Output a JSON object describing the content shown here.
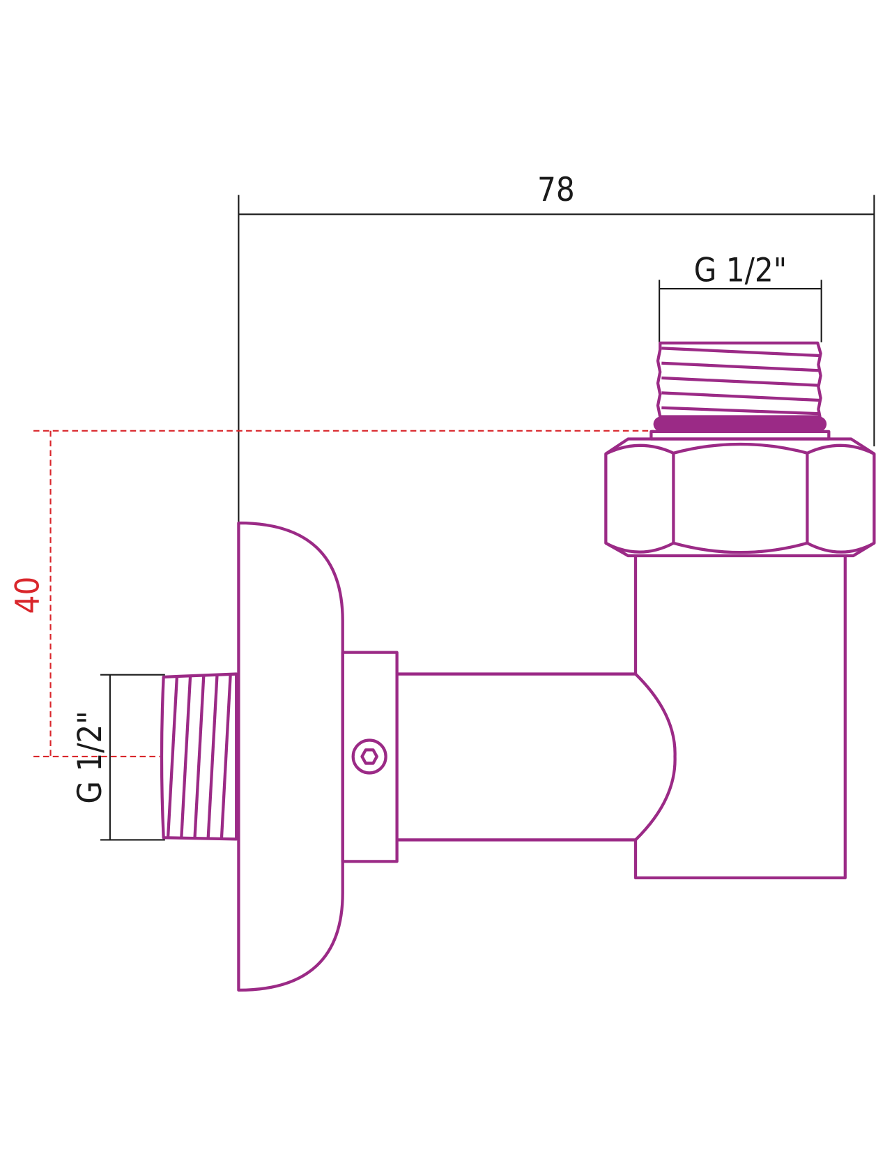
{
  "drawing": {
    "dimensions": {
      "overall_width": "78",
      "top_thread": "G 1/2\"",
      "side_thread": "G 1/2\"",
      "axis_offset": "40"
    },
    "colors": {
      "part": "#9b2a86",
      "dimension": "#1a1a1a",
      "offset_dimension": "#d9262b"
    }
  }
}
